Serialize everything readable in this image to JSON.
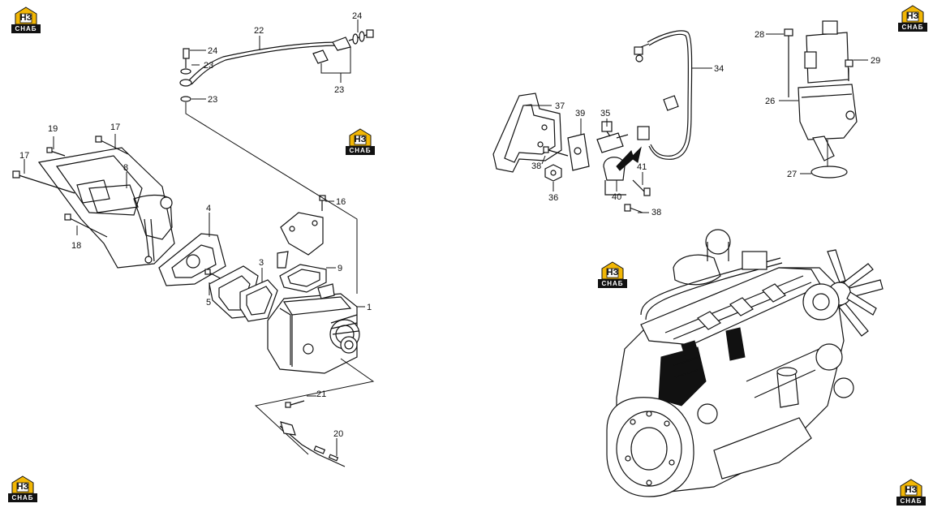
{
  "logo": {
    "mark": "НЗ",
    "brand": "СНАБ",
    "accent": "#f2b705"
  },
  "callouts": {
    "c1": "1",
    "c3": "3",
    "c4": "4",
    "c5": "5",
    "c8": "8",
    "c9": "9",
    "c16": "16",
    "c17a": "17",
    "c17b": "17",
    "c18": "18",
    "c19": "19",
    "c20": "20",
    "c21": "21",
    "c22": "22",
    "c23a": "23",
    "c23b": "23",
    "c23c": "23",
    "c24a": "24",
    "c24b": "24",
    "c26": "26",
    "c27": "27",
    "c28": "28",
    "c29": "29",
    "c34": "34",
    "c35": "35",
    "c36": "36",
    "c37": "37",
    "c38a": "38",
    "c38b": "38",
    "c39": "39",
    "c40": "40",
    "c41": "41"
  }
}
